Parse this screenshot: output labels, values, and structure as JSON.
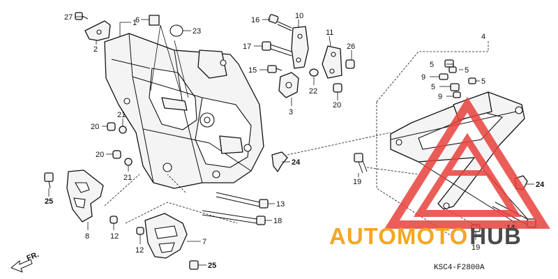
{
  "diagram": {
    "code": "KSC4-F2800A",
    "direction": "FR.",
    "callouts": [
      {
        "id": "c27",
        "text": "27"
      },
      {
        "id": "c1",
        "text": "1"
      },
      {
        "id": "c6",
        "text": "6"
      },
      {
        "id": "c23",
        "text": "23"
      },
      {
        "id": "c2",
        "text": "2"
      },
      {
        "id": "c16",
        "text": "16"
      },
      {
        "id": "c10",
        "text": "10"
      },
      {
        "id": "c11",
        "text": "11"
      },
      {
        "id": "c4",
        "text": "4"
      },
      {
        "id": "c17",
        "text": "17"
      },
      {
        "id": "c26",
        "text": "26"
      },
      {
        "id": "c15",
        "text": "15"
      },
      {
        "id": "c22",
        "text": "22"
      },
      {
        "id": "c3",
        "text": "3"
      },
      {
        "id": "c20a",
        "text": "20"
      },
      {
        "id": "c5a",
        "text": "5"
      },
      {
        "id": "c5b",
        "text": "5"
      },
      {
        "id": "c9a",
        "text": "9"
      },
      {
        "id": "c5c",
        "text": "5"
      },
      {
        "id": "c5d",
        "text": "5"
      },
      {
        "id": "c9b",
        "text": "9"
      },
      {
        "id": "c21a",
        "text": "21"
      },
      {
        "id": "c20b",
        "text": "20"
      },
      {
        "id": "c20c",
        "text": "20"
      },
      {
        "id": "c21b",
        "text": "21"
      },
      {
        "id": "c24a",
        "text": "24"
      },
      {
        "id": "c19a",
        "text": "19"
      },
      {
        "id": "c24b",
        "text": "24"
      },
      {
        "id": "c25a",
        "text": "25"
      },
      {
        "id": "c13",
        "text": "13"
      },
      {
        "id": "c18",
        "text": "18"
      },
      {
        "id": "c14",
        "text": "14"
      },
      {
        "id": "c8",
        "text": "8"
      },
      {
        "id": "c12a",
        "text": "12"
      },
      {
        "id": "c7",
        "text": "7"
      },
      {
        "id": "c12b",
        "text": "12"
      },
      {
        "id": "c19b",
        "text": "19"
      },
      {
        "id": "c25b",
        "text": "25"
      }
    ]
  },
  "watermark": {
    "word1": "AUTOMOTO",
    "word2": "HUB",
    "color_primary": "#f5a623",
    "color_secondary": "#4a4a4a",
    "color_logo": "#e8413c"
  }
}
